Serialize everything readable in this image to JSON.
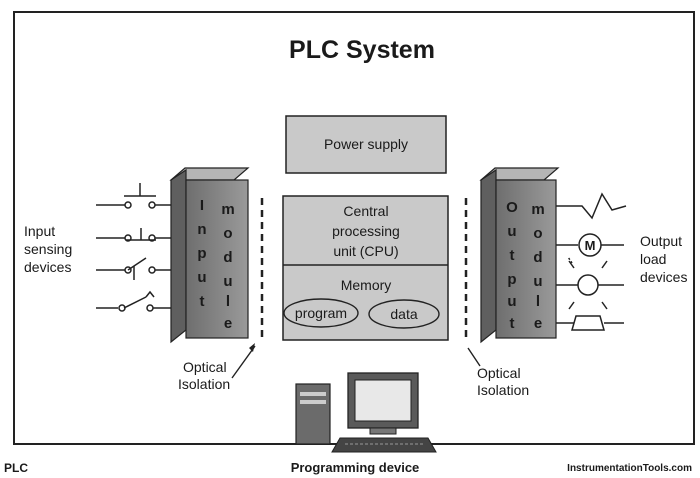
{
  "title": "PLC System",
  "blocks": {
    "power_supply": "Power supply",
    "cpu_line1": "Central",
    "cpu_line2": "processing",
    "cpu_line3": "unit (CPU)",
    "memory": "Memory",
    "program": "program",
    "data": "data"
  },
  "input_module": {
    "col1": [
      "I",
      "n",
      "p",
      "u",
      "t"
    ],
    "col2": [
      "m",
      "o",
      "d",
      "u",
      "l",
      "e"
    ]
  },
  "output_module": {
    "col1": [
      "O",
      "u",
      "t",
      "p",
      "u",
      "t"
    ],
    "col2": [
      "m",
      "o",
      "d",
      "u",
      "l",
      "e"
    ]
  },
  "labels": {
    "input_line1": "Input",
    "input_line2": "sensing",
    "input_line3": "devices",
    "output_line1": "Output",
    "output_line2": "load",
    "output_line3": "devices",
    "optical_left_line1": "Optical",
    "optical_left_line2": "Isolation",
    "optical_right_line1": "Optical",
    "optical_right_line2": "Isolation",
    "motor_symbol": "M",
    "programming_device": "Programming device",
    "bottom_left": "PLC",
    "watermark": "InstrumentationTools.com"
  },
  "colors": {
    "module": "#8a8a8a",
    "block": "#c9c9c9",
    "line": "#1a1a1a"
  }
}
